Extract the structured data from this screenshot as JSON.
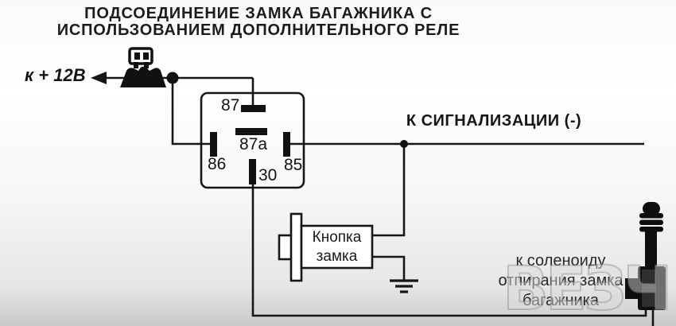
{
  "title": {
    "line1": "ПОДСОЕДИНЕНИЕ ЗАМКА БАГАЖНИКА С",
    "line2": "ИСПОЛЬЗОВАНИЕМ ДОПОЛНИТЕЛЬНОГО РЕЛЕ"
  },
  "power_label": "к + 12В",
  "alarm_label": "К СИГНАЛИЗАЦИИ (-)",
  "relay": {
    "pin_87": "87",
    "pin_87a": "87a",
    "pin_86": "86",
    "pin_85": "85",
    "pin_30": "30"
  },
  "button": {
    "line1": "Кнопка",
    "line2": "замка"
  },
  "solenoid_label": {
    "line1": "к соленоиду",
    "line2": "отпирания замка",
    "line3": "багажника"
  },
  "watermark": "ВЕЗЧ",
  "icons": {
    "fuse": "inline-fuse",
    "ground": "ground-symbol",
    "power_arrow": "left-arrow",
    "solenoid": "trunk-lock-solenoid",
    "junction": "wire-junction-dot"
  },
  "colors": {
    "wire": "#161616",
    "text": "#222222",
    "background_top": "#ffffff",
    "background_bottom": "#c9c9c9"
  }
}
